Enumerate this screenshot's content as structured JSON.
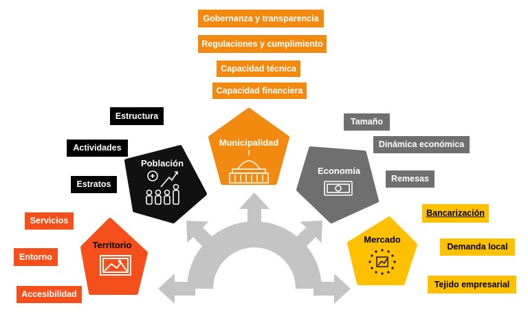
{
  "municipalidad": {
    "title": "Municipalidad",
    "items": [
      "Gobernanza y transparencia",
      "Regulaciones y cumplimiento",
      "Capacidad técnica",
      "Capacidad financiera"
    ],
    "color": "#f28a12",
    "icon": "government-building-icon"
  },
  "poblacion": {
    "title": "Población",
    "items": [
      "Estructura",
      "Actividades",
      "Estratos"
    ],
    "color": "#111111",
    "icon": "people-growth-icon"
  },
  "economia": {
    "title": "Economía",
    "items": [
      "Tamaño",
      "Dinámica económica",
      "Remesas"
    ],
    "color": "#6f6f6f",
    "icon": "banknote-icon"
  },
  "territorio": {
    "title": "Territorio",
    "items": [
      "Servicios",
      "Entorno",
      "Accesibilidad"
    ],
    "color": "#f5501b",
    "icon": "landscape-image-icon"
  },
  "mercado": {
    "title": "Mercado",
    "items": [
      "Bancarización",
      "Demanda local",
      "Tejido empresarial"
    ],
    "color": "#ffc000",
    "icon": "market-trend-icon"
  },
  "center_color": "#c4c4c4"
}
